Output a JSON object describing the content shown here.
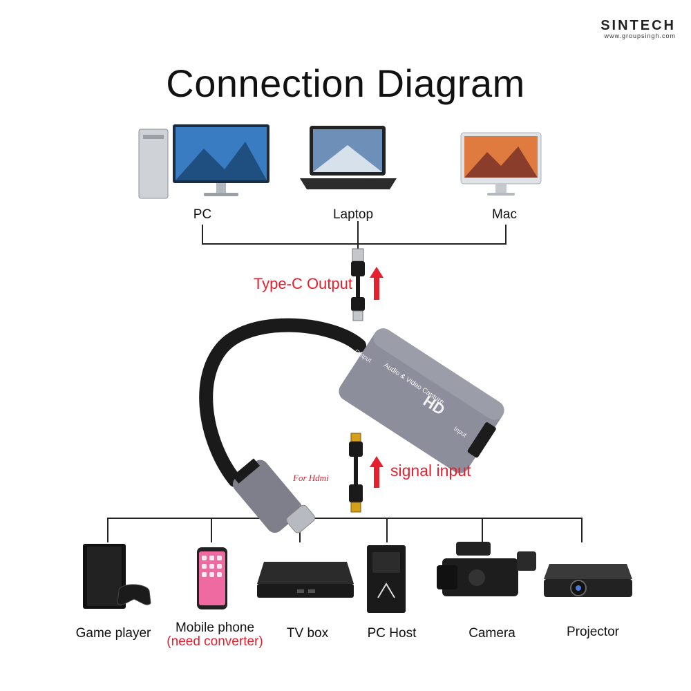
{
  "logo": {
    "name": "SINTECH",
    "site": "www.groupsingh.com"
  },
  "title": "Connection Diagram",
  "top_devices": [
    {
      "label": "PC",
      "icon": "desktop-pc-icon"
    },
    {
      "label": "Laptop",
      "icon": "laptop-icon"
    },
    {
      "label": "Mac",
      "icon": "imac-icon"
    }
  ],
  "output_label": "Type-C Output",
  "adapter": {
    "output_port": "Output",
    "brand": "HD",
    "caption": "Audio & Video Capture",
    "input_port": "Input"
  },
  "for_hdmi": "For Hdmi",
  "input_label": "signal input",
  "bottom_devices": [
    {
      "label": "Game player",
      "icon": "game-console-icon"
    },
    {
      "label": "Mobile phone",
      "note": "(need converter)",
      "icon": "mobile-phone-icon"
    },
    {
      "label": "TV box",
      "icon": "tv-box-icon"
    },
    {
      "label": "PC Host",
      "icon": "pc-tower-icon"
    },
    {
      "label": "Camera",
      "icon": "video-camera-icon"
    },
    {
      "label": "Projector",
      "icon": "projector-icon"
    }
  ],
  "colors": {
    "accent_red": "#e3202e",
    "adapter_gray": "#8d8e9b",
    "line": "#222222"
  }
}
